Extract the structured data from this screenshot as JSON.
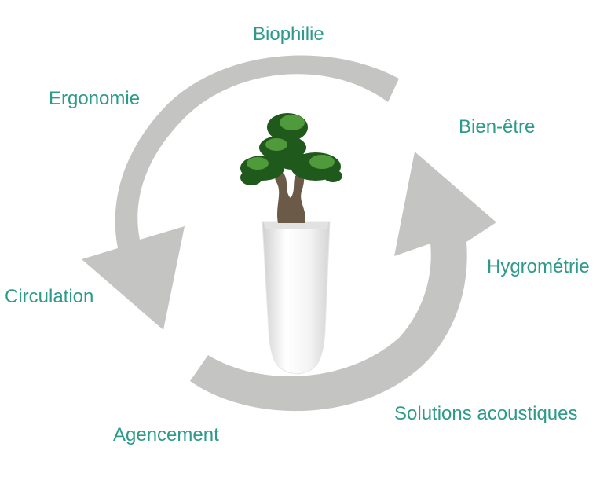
{
  "colors": {
    "label_text": "#2e9a8a",
    "arrow_fill": "#c4c4c2",
    "pot_light": "#ffffff",
    "pot_shade": "#d9d9d9",
    "foliage_dark": "#1f5a1c",
    "foliage_light": "#4f9a3a",
    "trunk": "#6b5a48"
  },
  "icons": {
    "cycle_arrows": "circular-arrows-icon",
    "plant": "bonsai-plant-icon"
  },
  "labels": {
    "biophilie": "Biophilie",
    "ergonomie": "Ergonomie",
    "bien_etre": "Bien-être",
    "hygrometrie": "Hygrométrie",
    "circulation": "Circulation",
    "solutions_acoustiques": "Solutions acoustiques",
    "agencement": "Agencement"
  }
}
